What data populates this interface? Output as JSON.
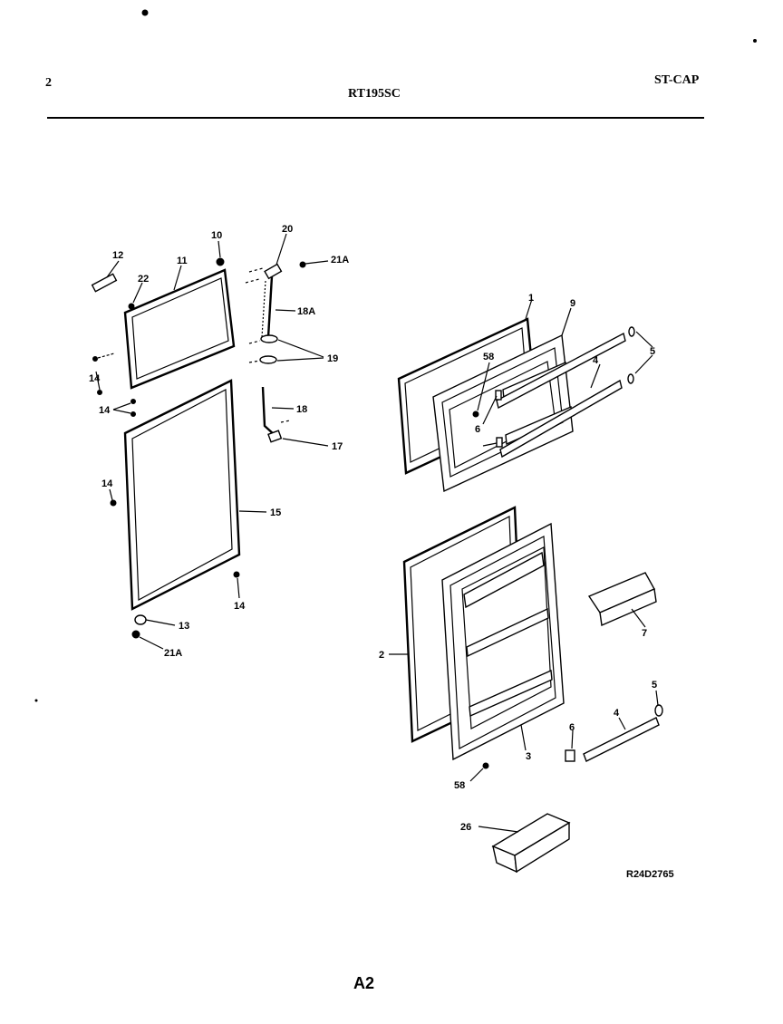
{
  "header": {
    "page_number": "2",
    "model": "RT195SC",
    "code": "ST-CAP"
  },
  "callouts": {
    "c12": "12",
    "c22": "22",
    "c11": "11",
    "c10": "10",
    "c20": "20",
    "c21a_top": "21A",
    "c18a": "18A",
    "c19": "19",
    "c14_a": "14",
    "c14_b": "14",
    "c14_c": "14",
    "c14_d": "14",
    "c18": "18",
    "c17": "17",
    "c15": "15",
    "c13": "13",
    "c21a_bottom": "21A",
    "c1": "1",
    "c9": "9",
    "c58_top": "58",
    "c5_top": "5",
    "c4_top": "4",
    "c6_top": "6",
    "c7": "7",
    "c2": "2",
    "c5_bottom": "5",
    "c4_bottom": "4",
    "c6_bottom": "6",
    "c3": "3",
    "c58_bottom": "58",
    "c26": "26",
    "drawing_number": "R24D2765"
  },
  "footer": {
    "page_code": "A2"
  }
}
